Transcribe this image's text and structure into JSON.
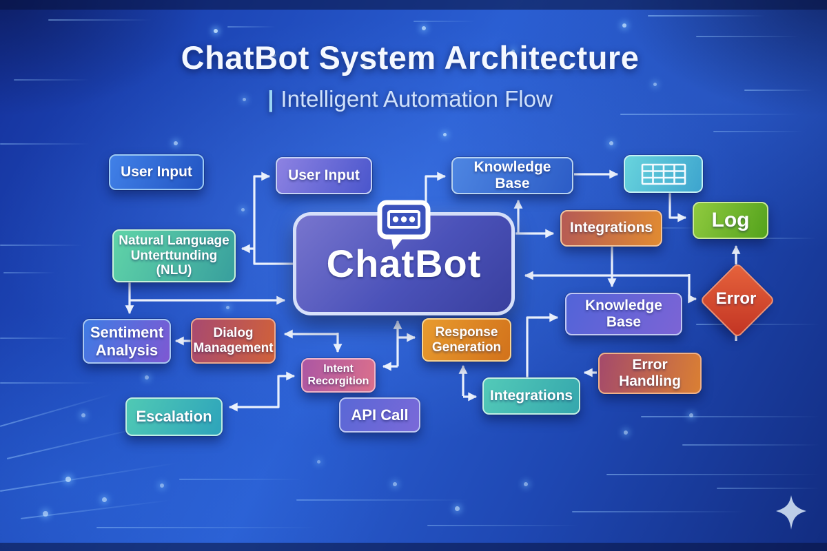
{
  "title": "ChatBot System Architecture",
  "subtitle_pipe": "|",
  "subtitle": "Intelligent Automation Flow",
  "nodes": {
    "user_input_left": {
      "label": "User Input"
    },
    "user_input_top": {
      "label": "User Input"
    },
    "knowledge_base_top": {
      "label": "Knowledge Base"
    },
    "data_table": {
      "label": "",
      "icon": "table-grid-icon"
    },
    "log": {
      "label": "Log"
    },
    "integrations_right": {
      "label": "Integrations"
    },
    "chatbot": {
      "label": "ChatBot",
      "icon": "chat-bubble-icon"
    },
    "nlu": {
      "label": "Natural Language Unterttunding (NLU)"
    },
    "knowledge_base_right": {
      "label": "Knowledge Base"
    },
    "error": {
      "label": "Error"
    },
    "sentiment_analysis": {
      "label": "Sentiment Analysis"
    },
    "dialog_management": {
      "label": "Dialog Management"
    },
    "response_generation": {
      "label": "Response Generation"
    },
    "intent_recognition": {
      "label": "Intent Recorgition"
    },
    "api_call": {
      "label": "API Call"
    },
    "escalation": {
      "label": "Escalation"
    },
    "integrations_bottom": {
      "label": "Integrations"
    },
    "error_handling": {
      "label": "Error Handling"
    }
  },
  "colors": {
    "background_blue": "#2a5ed2",
    "connector_white": "#f2f7ff",
    "chatbot_purple": "#4b52b9",
    "log_green": "#6db63a",
    "error_red": "#d44a2e",
    "teal_node": "#44bdb2",
    "orange_node": "#e08a32",
    "blue_node": "#3672d9",
    "title_white": "#f4f8ff",
    "subtitle_blue": "#cfe1fb"
  }
}
